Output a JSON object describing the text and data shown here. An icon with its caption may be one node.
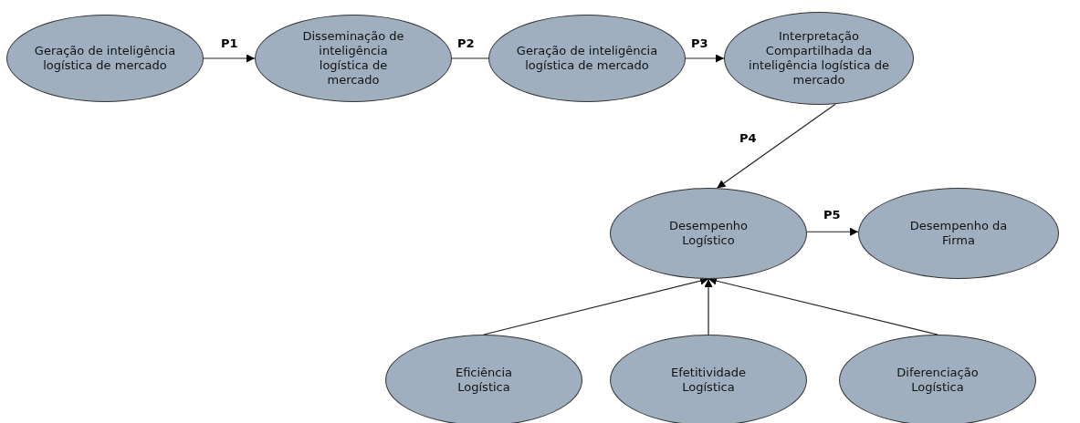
{
  "diagram": {
    "nodes": [
      {
        "text": [
          "Geração de inteligência logística de mercado"
        ]
      },
      {
        "text": [
          "Disseminação de inteligência logística de mercado"
        ]
      },
      {
        "text": [
          "Geração de inteligência logística de mercado"
        ]
      },
      {
        "text": [
          "Interpretação Compartilhada da inteligência logística de mercado"
        ]
      },
      {
        "text": [
          "Desempenho Logístico"
        ]
      },
      {
        "text": [
          "Desempenho da Firma"
        ]
      },
      {
        "text": [
          "Eficiência Logística"
        ]
      },
      {
        "text": [
          "Efetitividade Logística"
        ]
      },
      {
        "text": [
          "Diferenciação Logística"
        ]
      }
    ],
    "edges": [
      {
        "from": 0,
        "to": 1,
        "arrow": "to",
        "label": "P1"
      },
      {
        "from": 1,
        "to": 2,
        "arrow": "none",
        "label": "P2"
      },
      {
        "from": 2,
        "to": 3,
        "arrow": "to",
        "label": "P3"
      },
      {
        "from": 3,
        "to": 4,
        "arrow": "to",
        "label": "P4"
      },
      {
        "from": 4,
        "to": 5,
        "arrow": "to",
        "label": "P5"
      },
      {
        "from": 6,
        "to": 4,
        "arrow": "to"
      },
      {
        "from": 7,
        "to": 4,
        "arrow": "to"
      },
      {
        "from": 8,
        "to": 4,
        "arrow": "to"
      }
    ]
  }
}
